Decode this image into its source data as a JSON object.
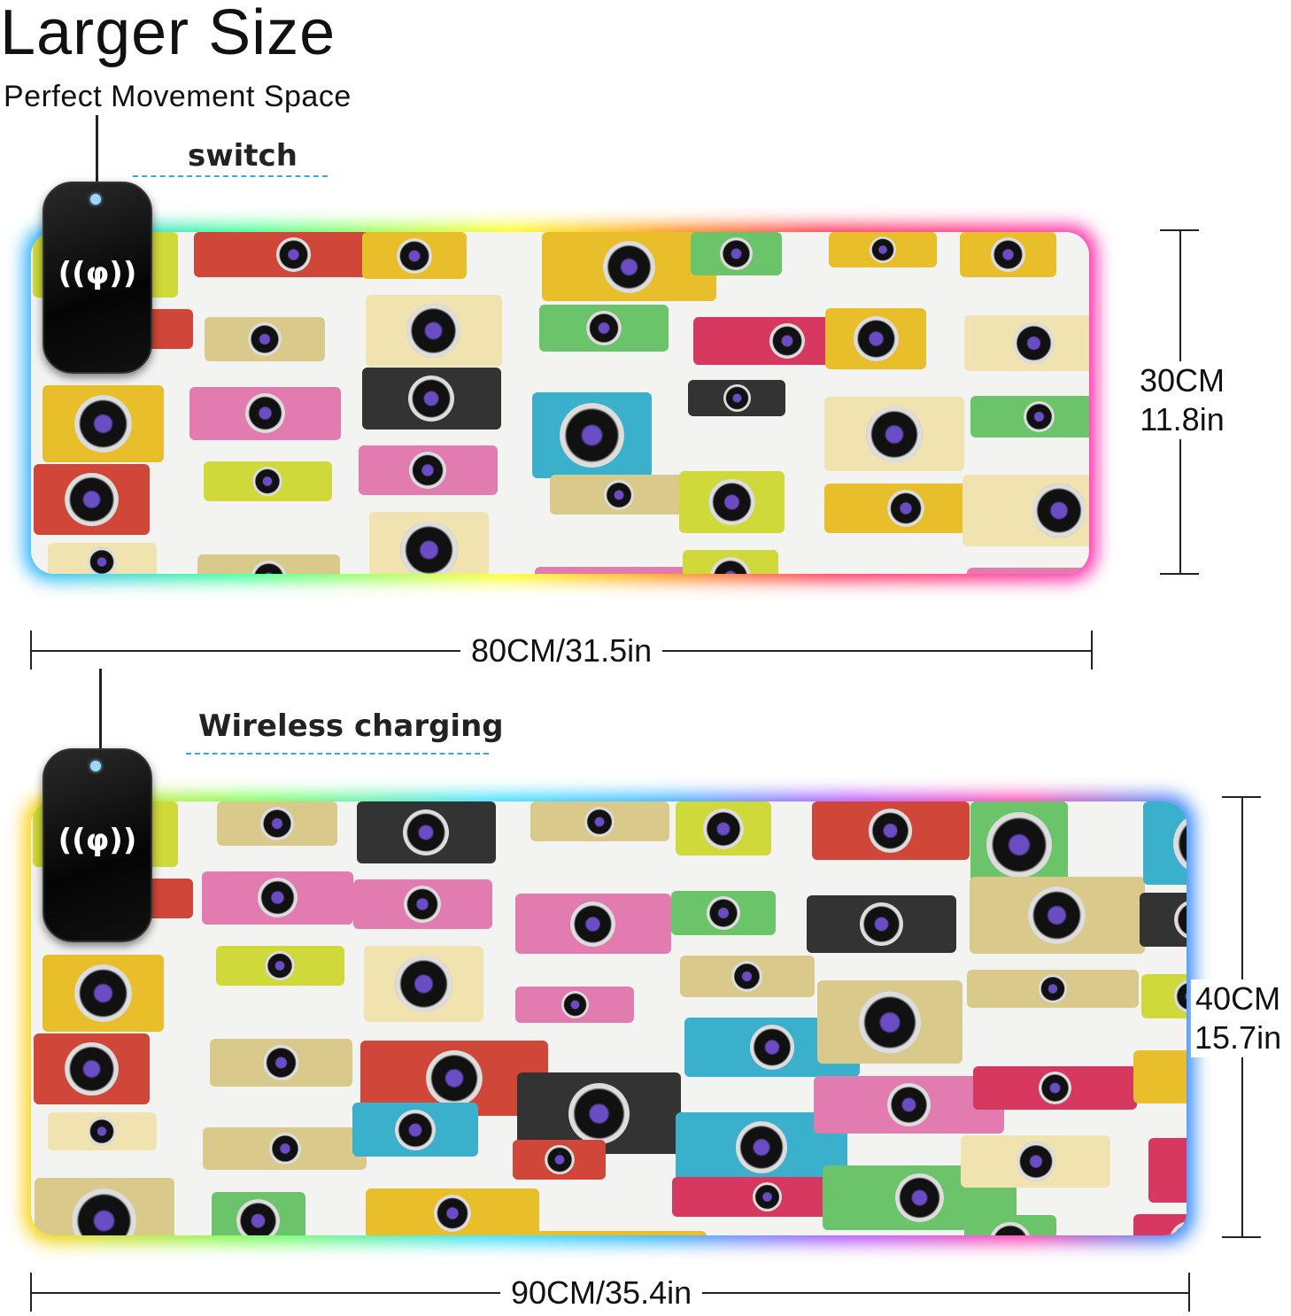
{
  "header": {
    "title": "Larger Size",
    "subtitle": "Perfect Movement Space"
  },
  "top_pad": {
    "callout": "switch",
    "width_label": "80CM/31.5in",
    "height_label_cm": "30CM",
    "height_label_in": "11.8in"
  },
  "bottom_pad": {
    "callout": "Wireless charging",
    "width_label": "90CM/35.4in",
    "height_label_cm": "40CM",
    "height_label_in": "15.7in"
  },
  "icons": {
    "charger": "wireless-charging-icon"
  },
  "colors": {
    "camera_palette": [
      "#e8bf2a",
      "#d6385f",
      "#cfd93a",
      "#3ab0cc",
      "#d9c98a",
      "#d0473a",
      "#6cc46a",
      "#e27cb0",
      "#333333",
      "#f0e3b0"
    ]
  }
}
